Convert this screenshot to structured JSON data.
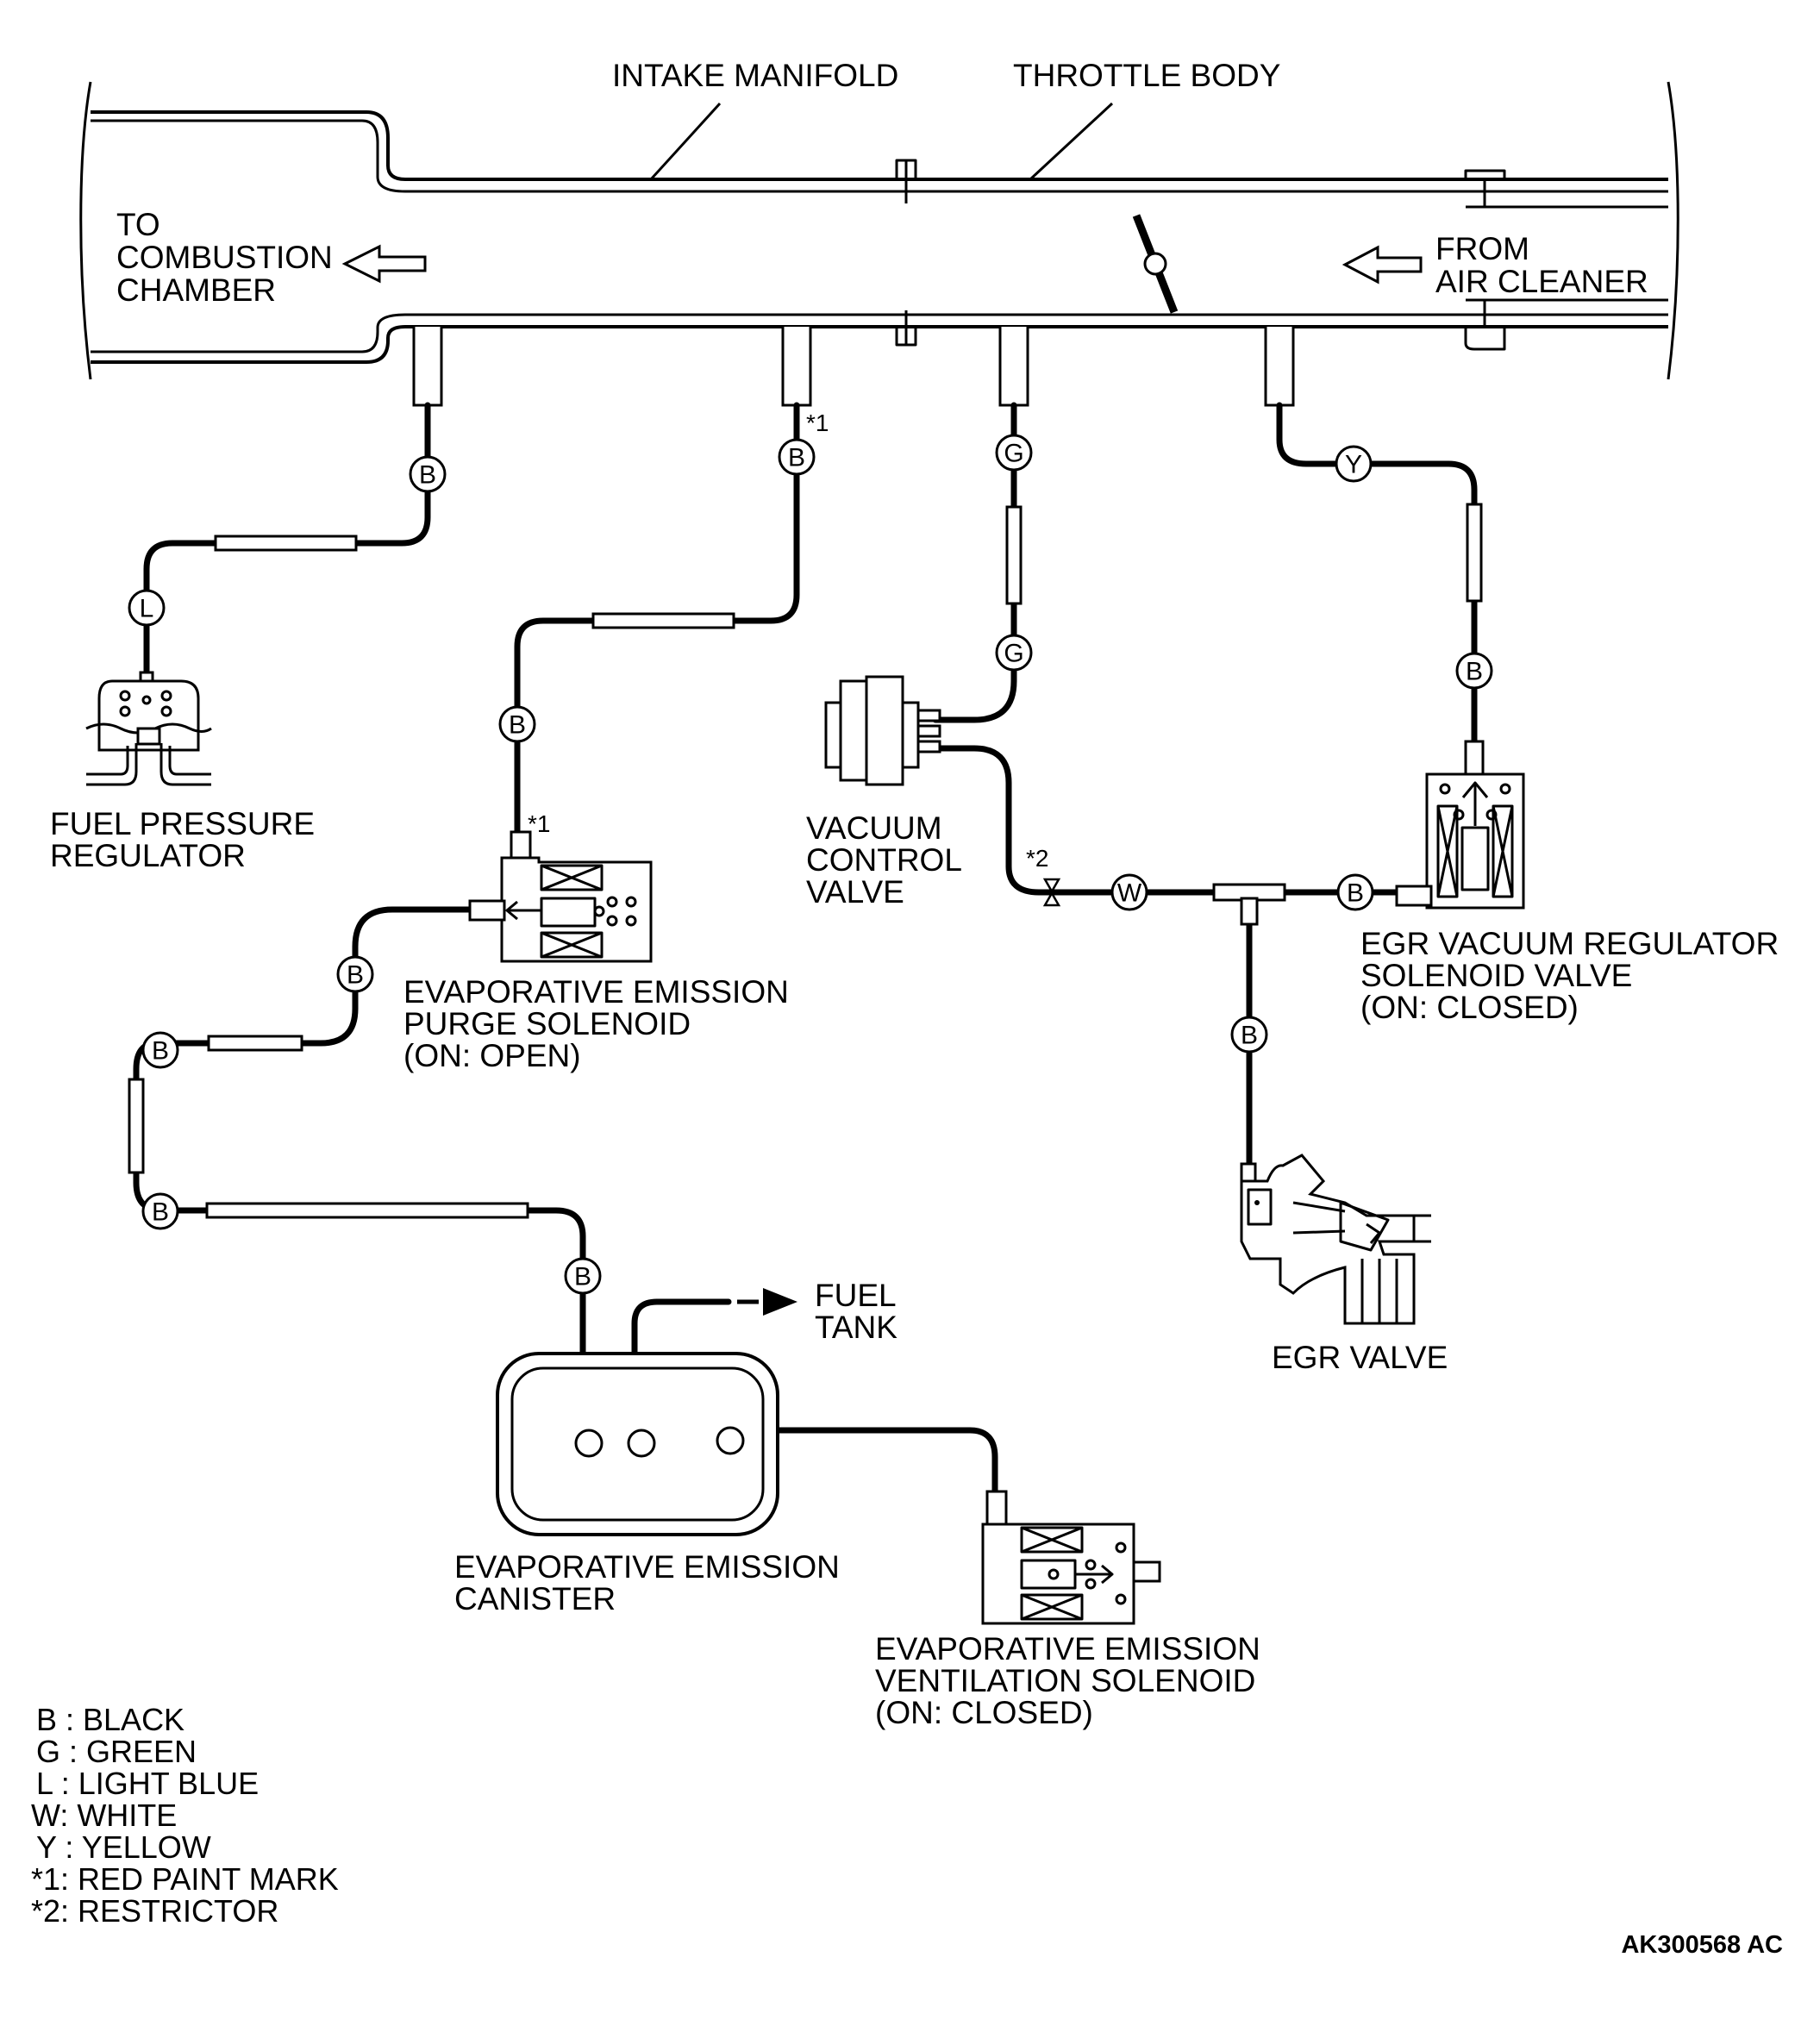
{
  "labels": {
    "intake_manifold": "INTAKE MANIFOLD",
    "throttle_body": "THROTTLE BODY",
    "to_combustion": [
      "TO",
      "COMBUSTION",
      "CHAMBER"
    ],
    "from_air_cleaner": [
      "FROM",
      "AIR CLEANER"
    ],
    "fuel_pressure_regulator": [
      "FUEL PRESSURE",
      "REGULATOR"
    ],
    "purge_solenoid": [
      "EVAPORATIVE EMISSION",
      "PURGE SOLENOID",
      "(ON: OPEN)"
    ],
    "vacuum_control_valve": [
      "VACUUM",
      "CONTROL",
      "VALVE"
    ],
    "egr_solenoid": [
      "EGR VACUUM REGULATOR",
      "SOLENOID VALVE",
      "(ON: CLOSED)"
    ],
    "egr_valve": "EGR VALVE",
    "fuel_tank": [
      "FUEL",
      "TANK"
    ],
    "canister": [
      "EVAPORATIVE EMISSION",
      "CANISTER"
    ],
    "ventilation_solenoid": [
      "EVAPORATIVE EMISSION",
      "VENTILATION SOLENOID",
      "(ON: CLOSED)"
    ]
  },
  "hose_tags": {
    "b": "B",
    "g": "G",
    "l": "L",
    "w": "W",
    "y": "Y"
  },
  "notes": {
    "red_paint": "*1",
    "restrictor": "*2"
  },
  "legend": [
    "B : BLACK",
    "G : GREEN",
    "L : LIGHT BLUE",
    "W: WHITE",
    "Y : YELLOW",
    "*1: RED PAINT MARK",
    "*2: RESTRICTOR"
  ],
  "figure_code": "AK300568 AC"
}
